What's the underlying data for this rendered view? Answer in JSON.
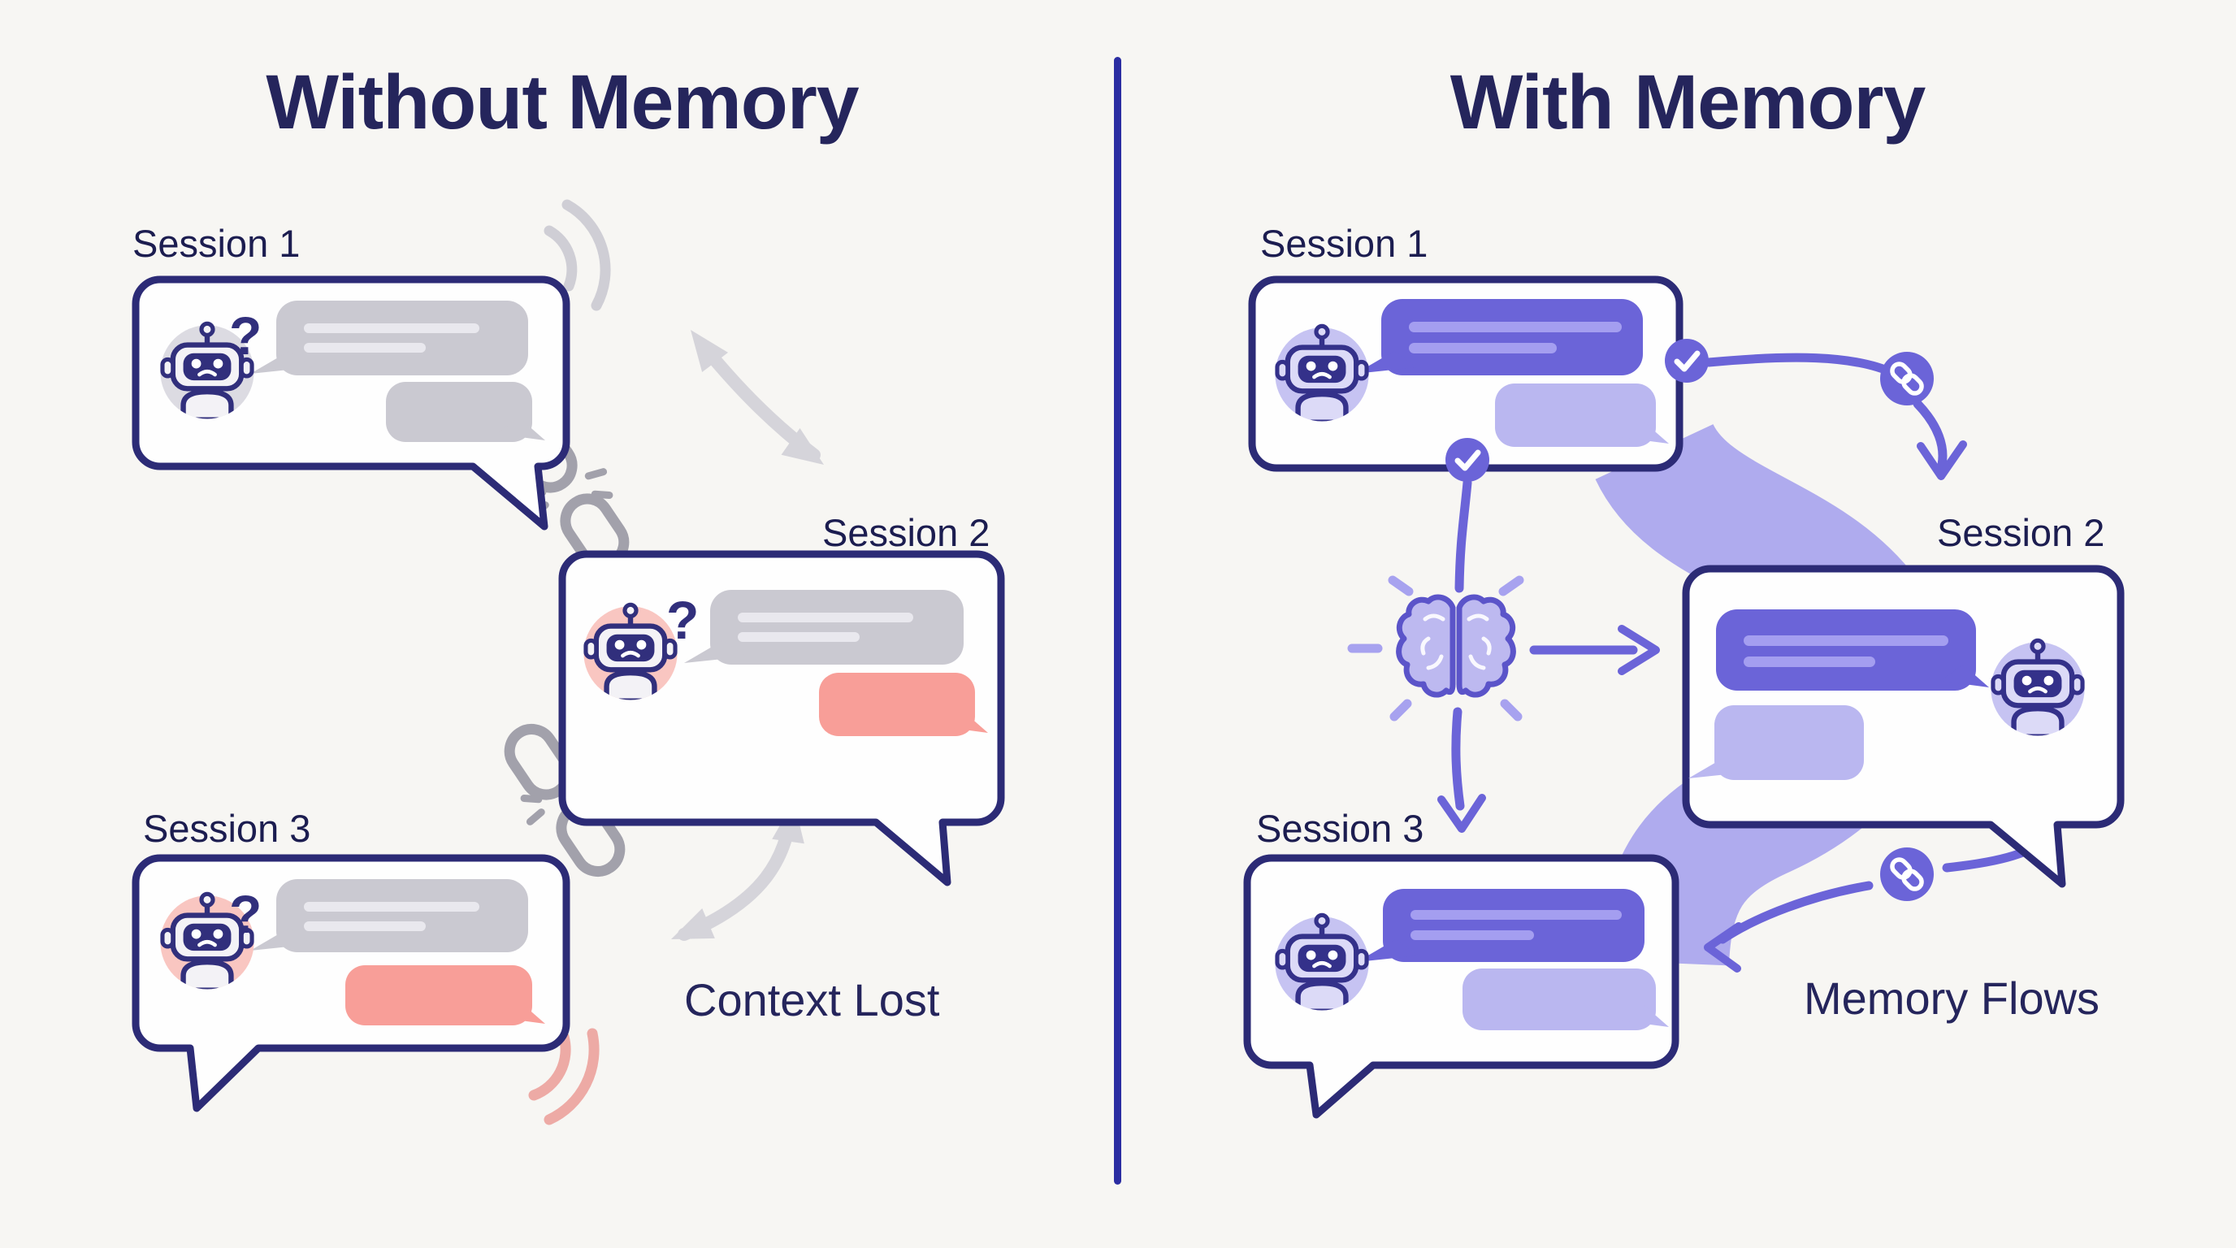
{
  "meta": {
    "type": "infographic",
    "topic": "Chatbot session memory comparison"
  },
  "theme": {
    "background": "#f7f6f3",
    "ink": "#25255c",
    "label_ink": "#1c1d50",
    "navy_border": "#2c2b76",
    "divider": "#2b2da2",
    "purple": "#6b64d8",
    "purple_light": "#bab7f0",
    "purple_line": "#a49ef0",
    "ribbon": "#aba7ed",
    "gray_bubble": "#cac9d1",
    "gray_line": "#e9e8ee",
    "gray_icon": "#a2a1ab",
    "gray_arrow": "#d5d4da",
    "pink_bubble": "#f89e98",
    "pink_arc": "#edaaa5",
    "robot_gray_bg": "#dcdbe2",
    "robot_pink_bg": "#f9c6c1",
    "robot_purple_bg": "#c6c3f2",
    "robot_head_light": "#f3f2f6",
    "robot_head_purple": "#dcdaf7",
    "robot_dark": "#312f7c",
    "brain_fill": "#b3aeee",
    "brain_stroke": "#5b54c9",
    "white": "#ffffff"
  },
  "left": {
    "title": "Without Memory",
    "session1_label": "Session 1",
    "session2_label": "Session 2",
    "session3_label": "Session 3",
    "caption": "Context Lost"
  },
  "right": {
    "title": "With Memory",
    "session1_label": "Session 1",
    "session2_label": "Session 2",
    "session3_label": "Session 3",
    "caption": "Memory Flows"
  },
  "icons": {
    "question_mark": "?",
    "robot": "sad-robot-face",
    "broken_link": "broken-chain-link",
    "link": "chain-link",
    "check": "checkmark",
    "brain": "brain",
    "double_arrow": "curved-double-arrow",
    "ribbon": "memory-flow-ribbon"
  }
}
